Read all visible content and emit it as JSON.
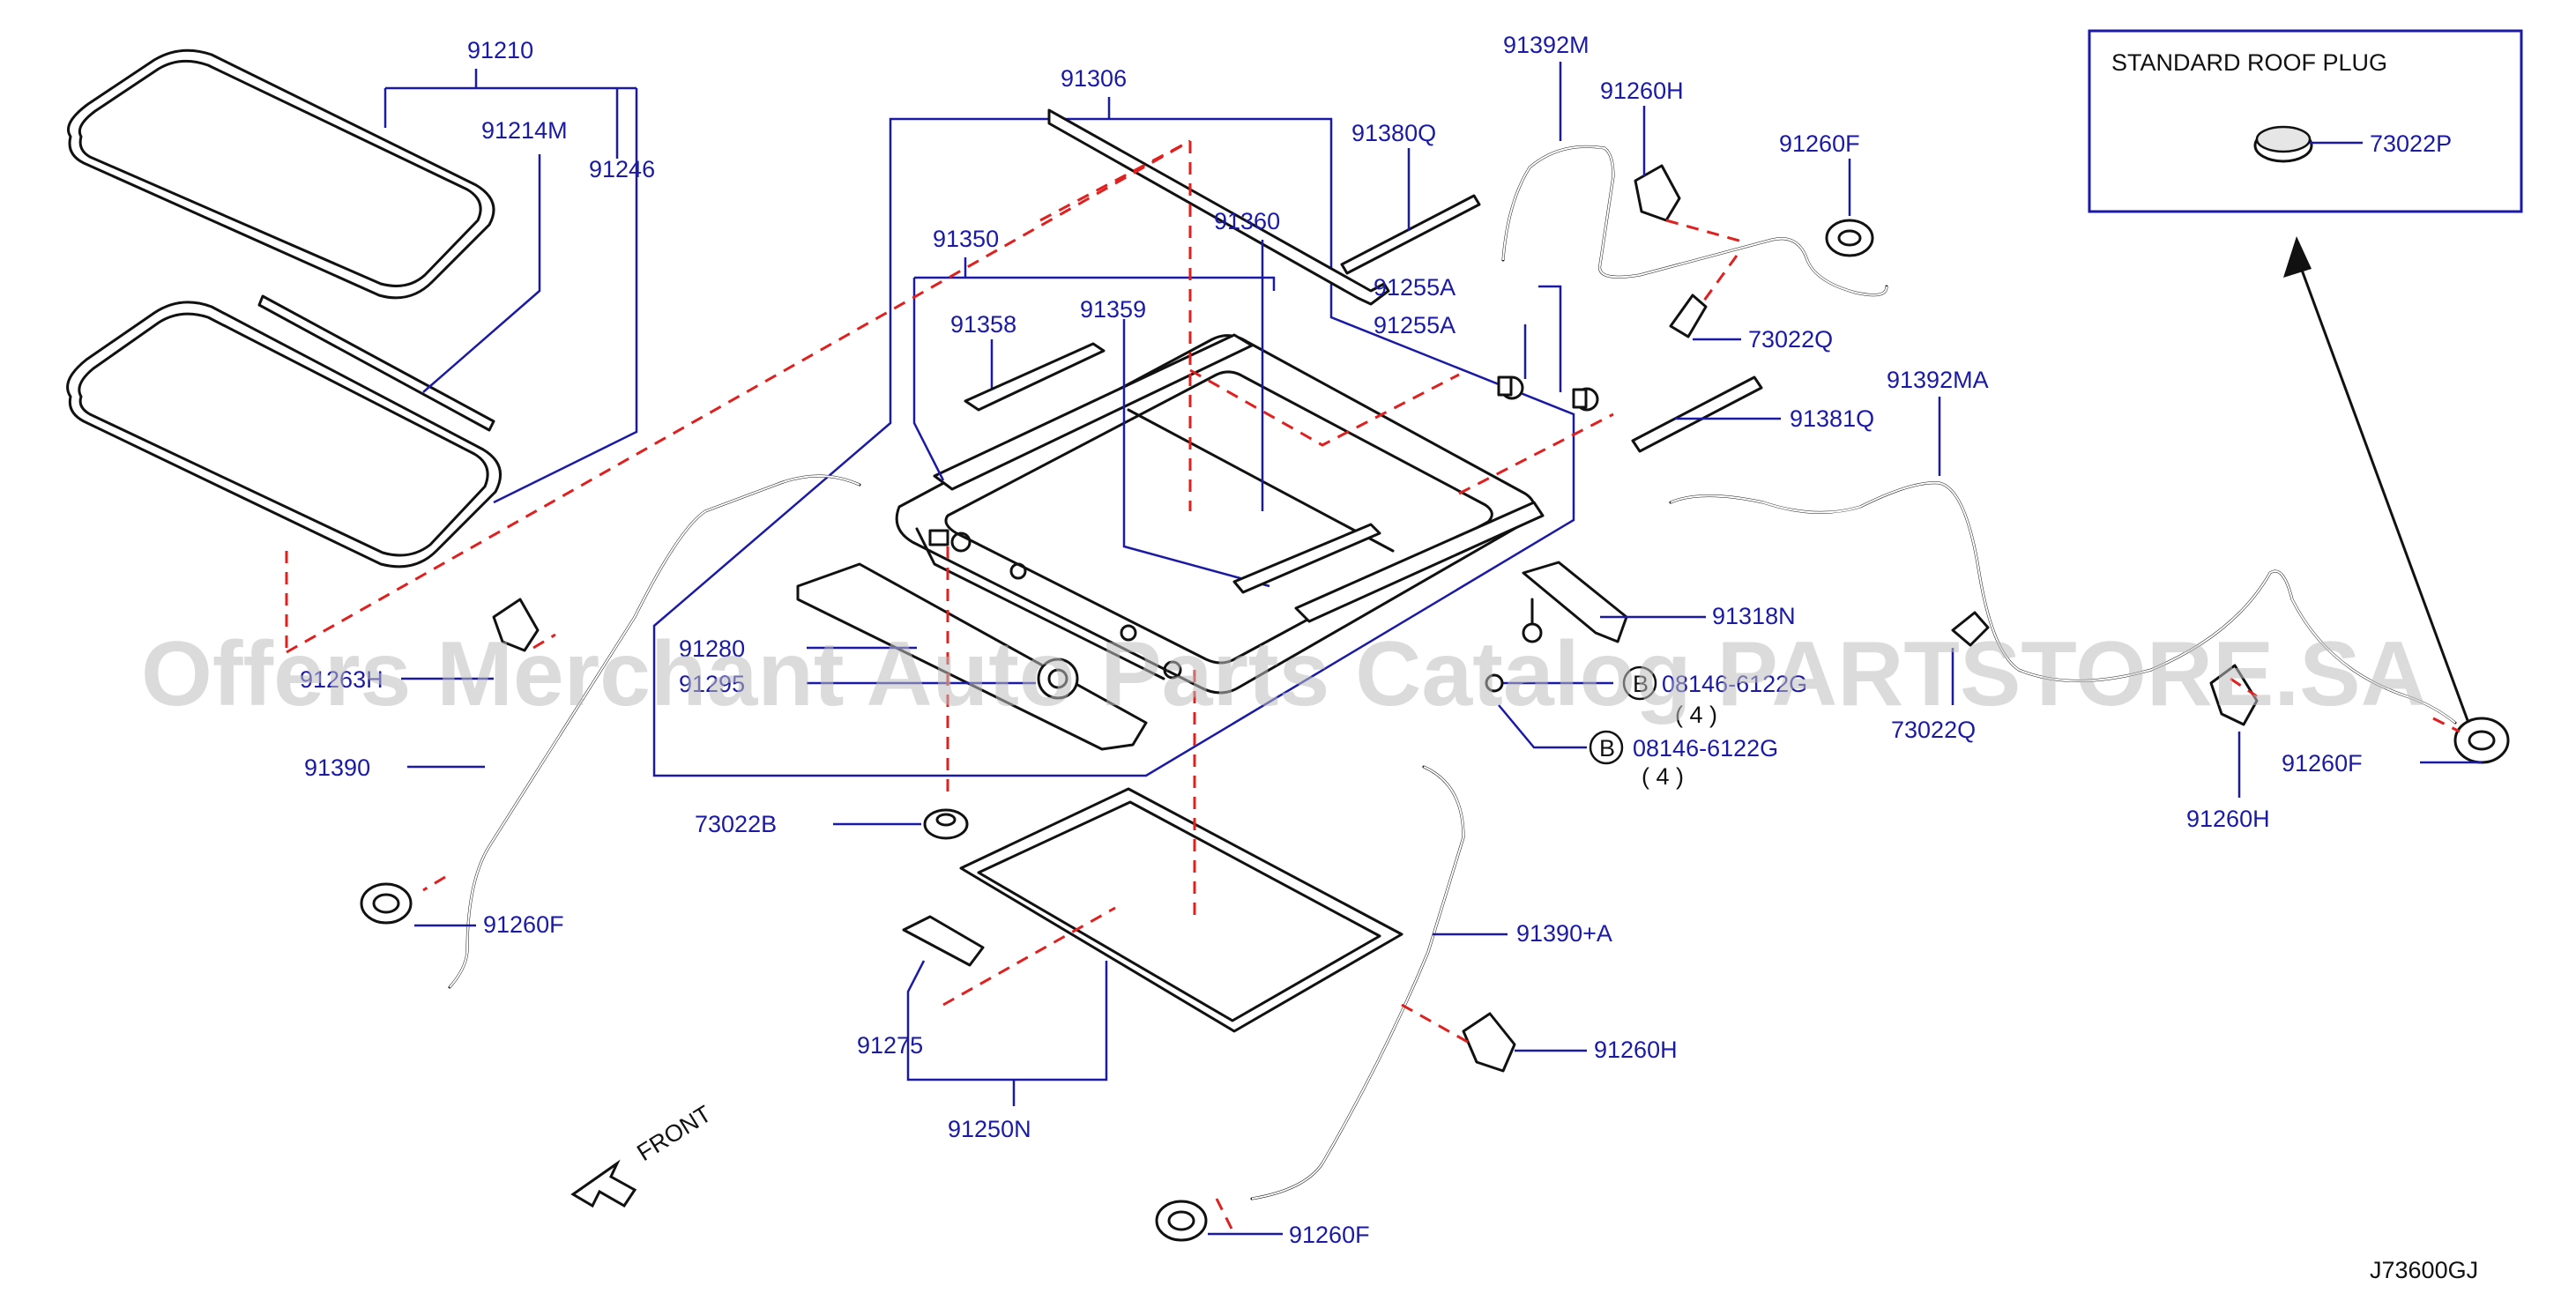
{
  "labels": {
    "p91210": "91210",
    "p91214M": "91214M",
    "p91246": "91246",
    "p91306": "91306",
    "p91350": "91350",
    "p91358": "91358",
    "p91359": "91359",
    "p91360": "91360",
    "p91380Q": "91380Q",
    "p91392M": "91392M",
    "p91260H_top": "91260H",
    "p91260F_top": "91260F",
    "p91255A_1": "91255A",
    "p91255A_2": "91255A",
    "p73022Q_top": "73022Q",
    "p91381Q": "91381Q",
    "p91392MA": "91392MA",
    "p91318N": "91318N",
    "p08146_1": "08146-6122G",
    "p08146_1_qty": "( 4 )",
    "p08146_2": "08146-6122G",
    "p08146_2_qty": "( 4 )",
    "p73022Q_right": "73022Q",
    "p91260F_right": "91260F",
    "p91260H_right": "91260H",
    "p91280": "91280",
    "p91295": "91295",
    "p91263H": "91263H",
    "p91390": "91390",
    "p91260F_left": "91260F",
    "p73022B": "73022B",
    "p91275": "91275",
    "p91250N": "91250N",
    "p91390A": "91390+A",
    "p91260H_bottom": "91260H",
    "p91260F_bottom": "91260F",
    "bolt_marker_1": "B",
    "bolt_marker_2": "B",
    "front": "FRONT",
    "diagram_code": "J73600GJ"
  },
  "inset": {
    "title": "STANDARD   ROOF   PLUG",
    "part": "73022P"
  },
  "watermark": "Offers Merchant Auto Parts Catalog PARTSTORE.SA",
  "colors": {
    "label": "#1a1aa6",
    "leader": "#1a1aa6",
    "dashed_guide": "#e0201e",
    "part_line": "#111111"
  }
}
